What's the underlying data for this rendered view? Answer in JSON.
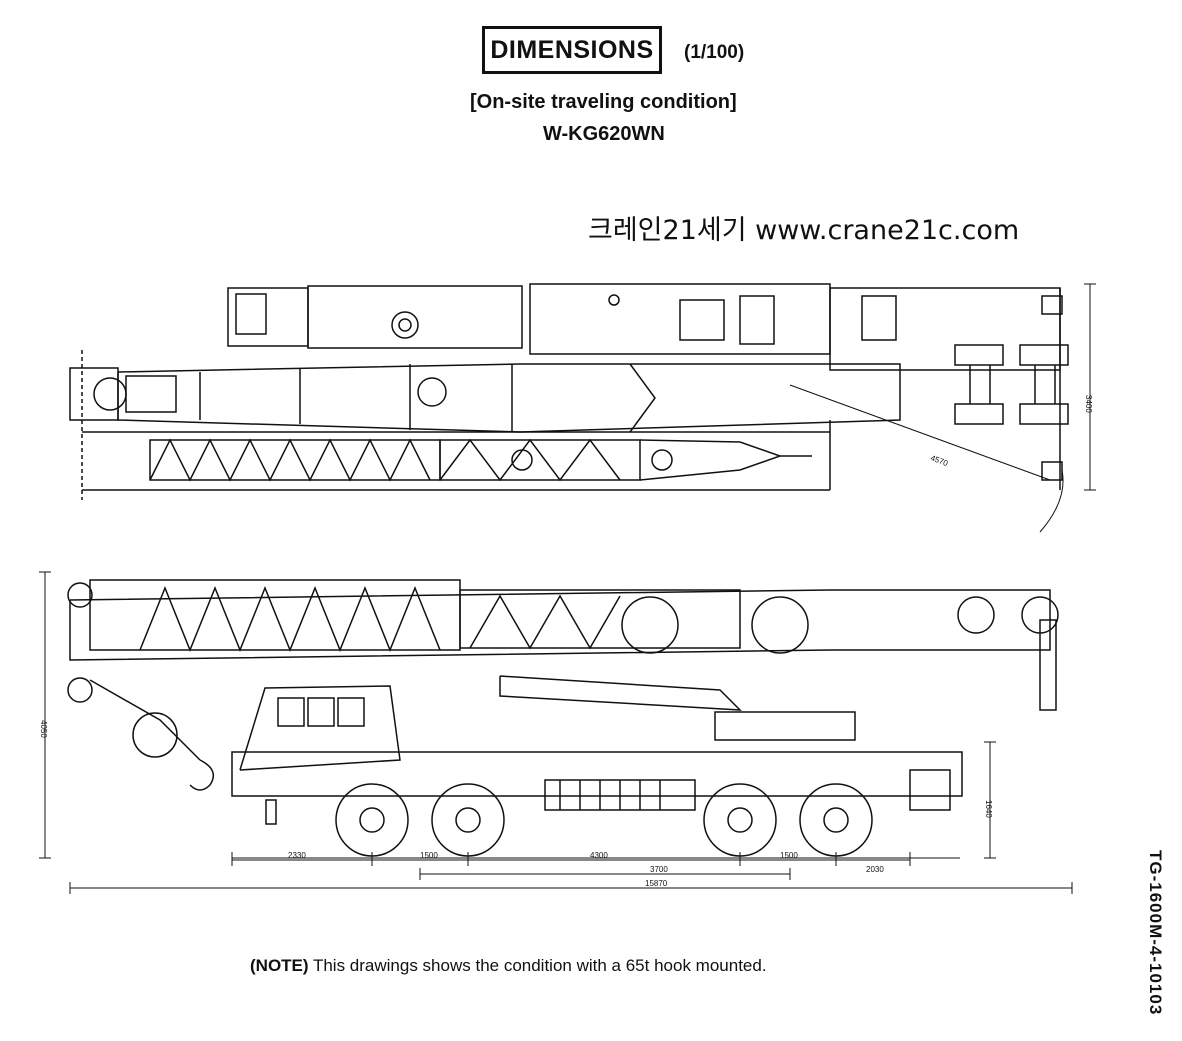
{
  "header": {
    "title": "DIMENSIONS",
    "scale": "(1/100)",
    "condition": "[On-site traveling condition]",
    "model": "W-KG620WN"
  },
  "watermark": "크레인21세기 www.crane21c.com",
  "top_view": {
    "dim_height": "3400",
    "dim_radius": "4570"
  },
  "side_view": {
    "dim_total_height": "4050",
    "dim_overhang_height": "1640",
    "dims_row1": [
      "2330",
      "1500",
      "4300",
      "1500",
      "2030"
    ],
    "dim_row2": "3700",
    "dim_overall": "15870"
  },
  "note": {
    "prefix": "(NOTE)",
    "text": " This drawings shows the condition with a 65t hook mounted."
  },
  "drawing_number": "TG-1600M-4-10103"
}
